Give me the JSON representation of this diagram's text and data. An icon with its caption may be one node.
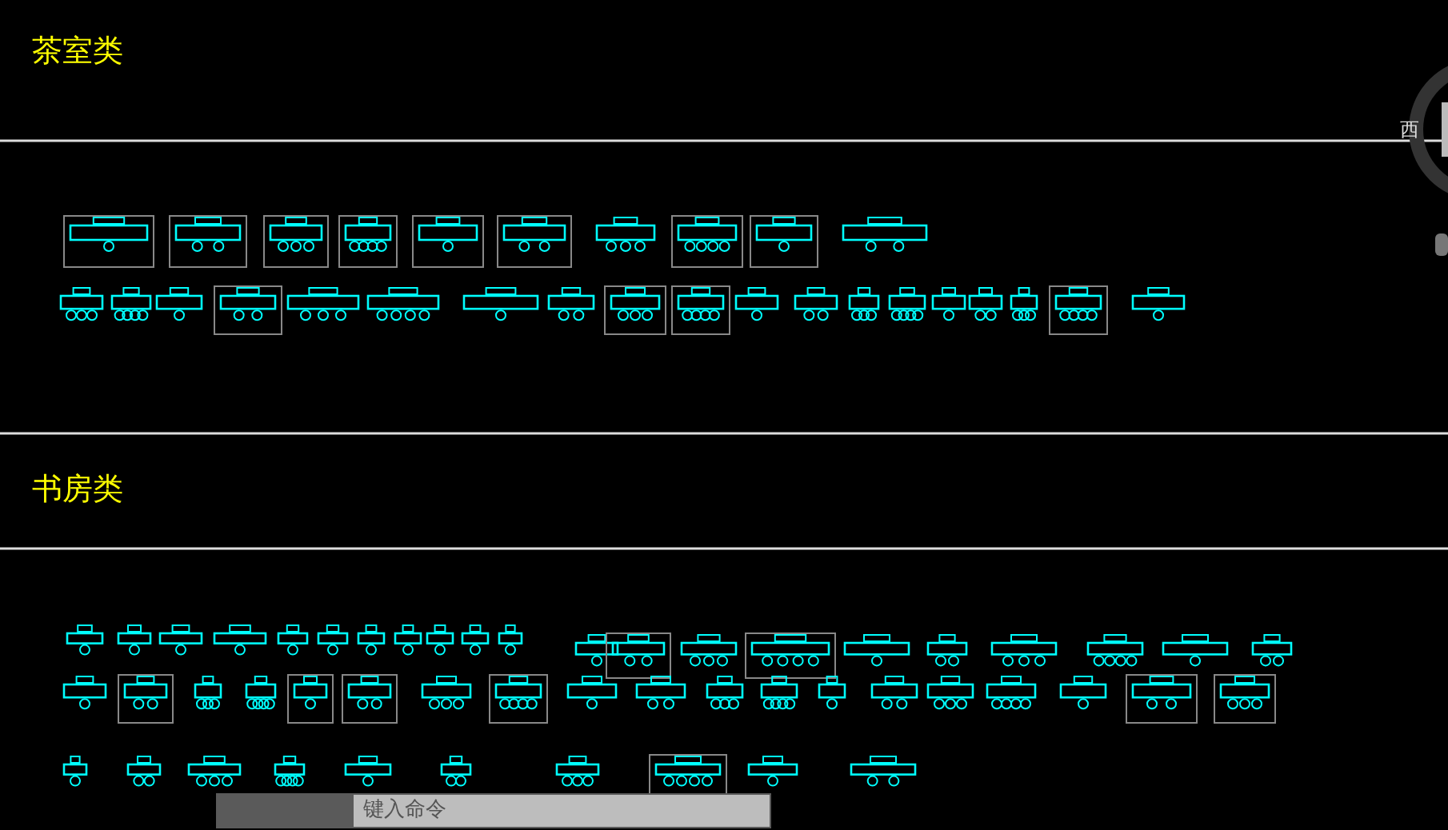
{
  "diagram": {
    "labels": [
      "茶室类",
      "书房类",
      "西",
      "键入命令"
    ]
  }
}
